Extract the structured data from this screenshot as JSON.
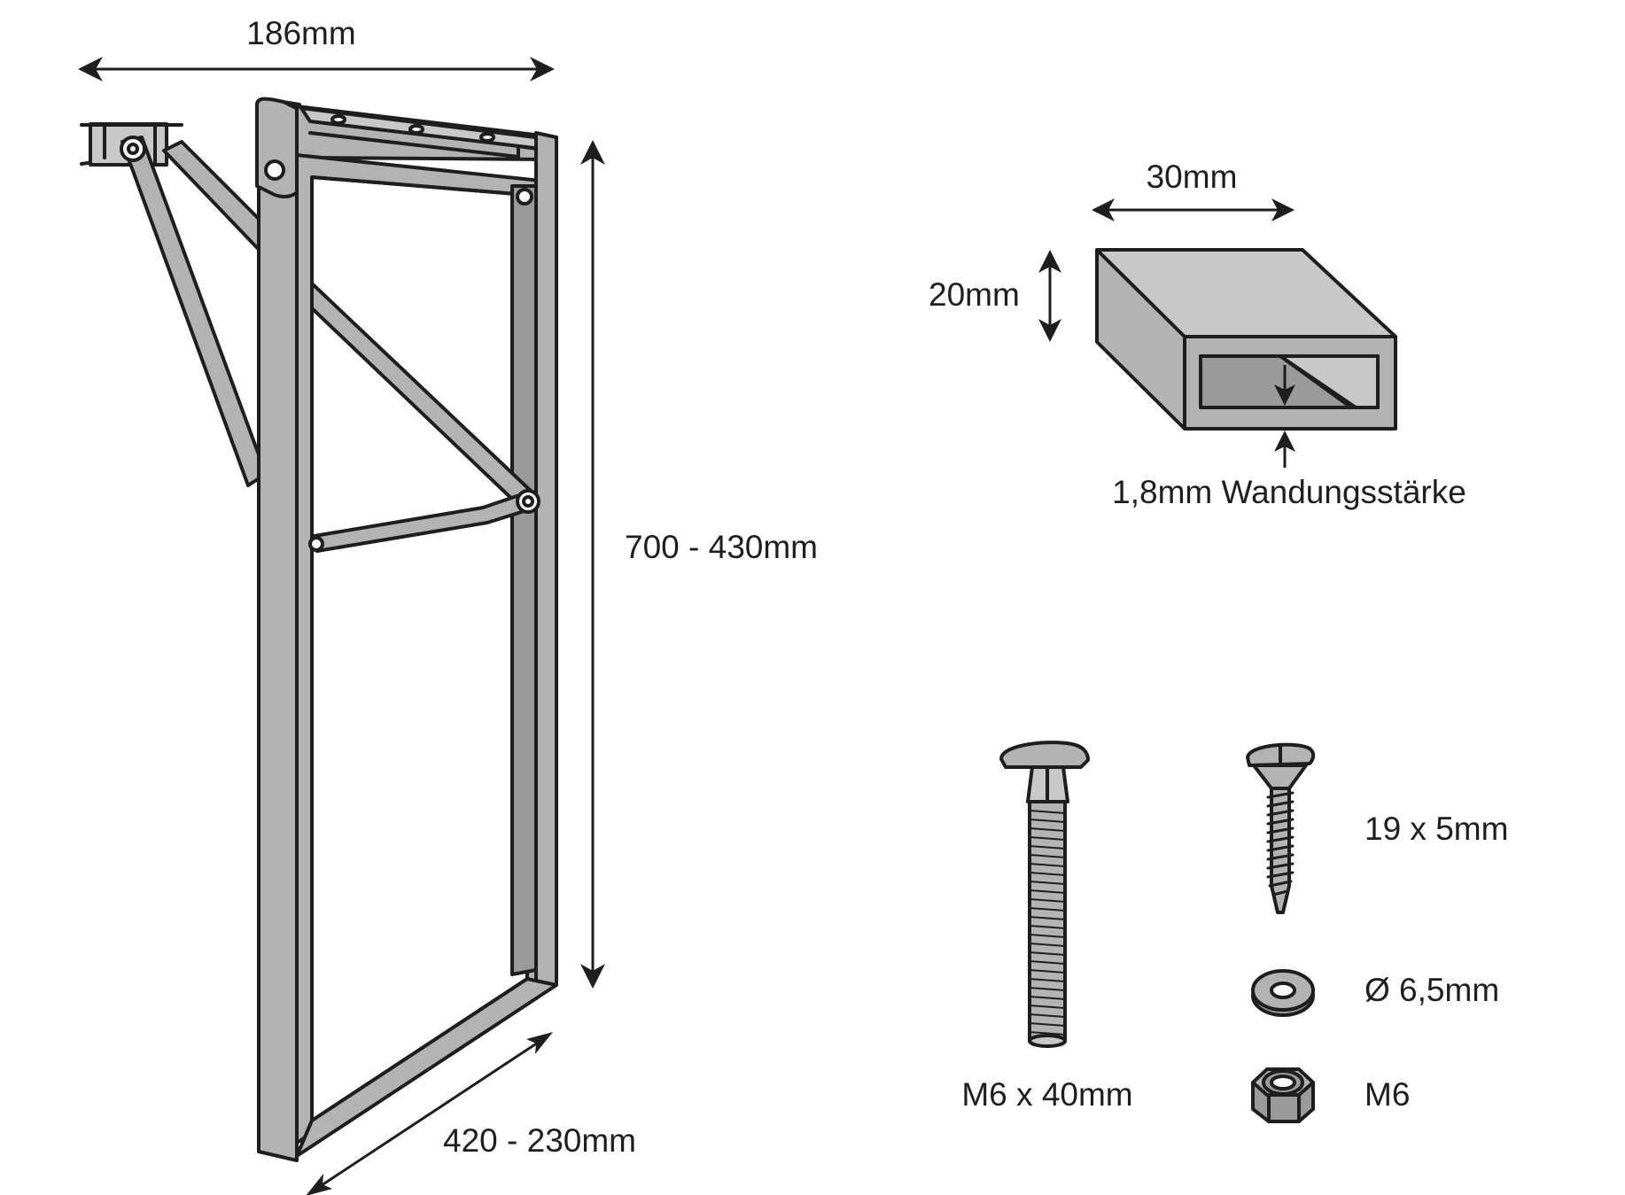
{
  "bracket": {
    "width_label": "186mm",
    "height_label": "700 - 430mm",
    "depth_label": "420 - 230mm"
  },
  "tube_profile": {
    "width_label": "30mm",
    "height_label": "20mm",
    "wall_label": "1,8mm Wandungsstärke"
  },
  "hardware": {
    "carriage_bolt_label": "M6 x 40mm",
    "wood_screw_label": "19 x 5mm",
    "washer_label": "Ø 6,5mm",
    "nut_label": "M6"
  },
  "colors": {
    "steel": "#b3b3b3",
    "outline": "#1e1e1e",
    "background": "#ffffff"
  }
}
